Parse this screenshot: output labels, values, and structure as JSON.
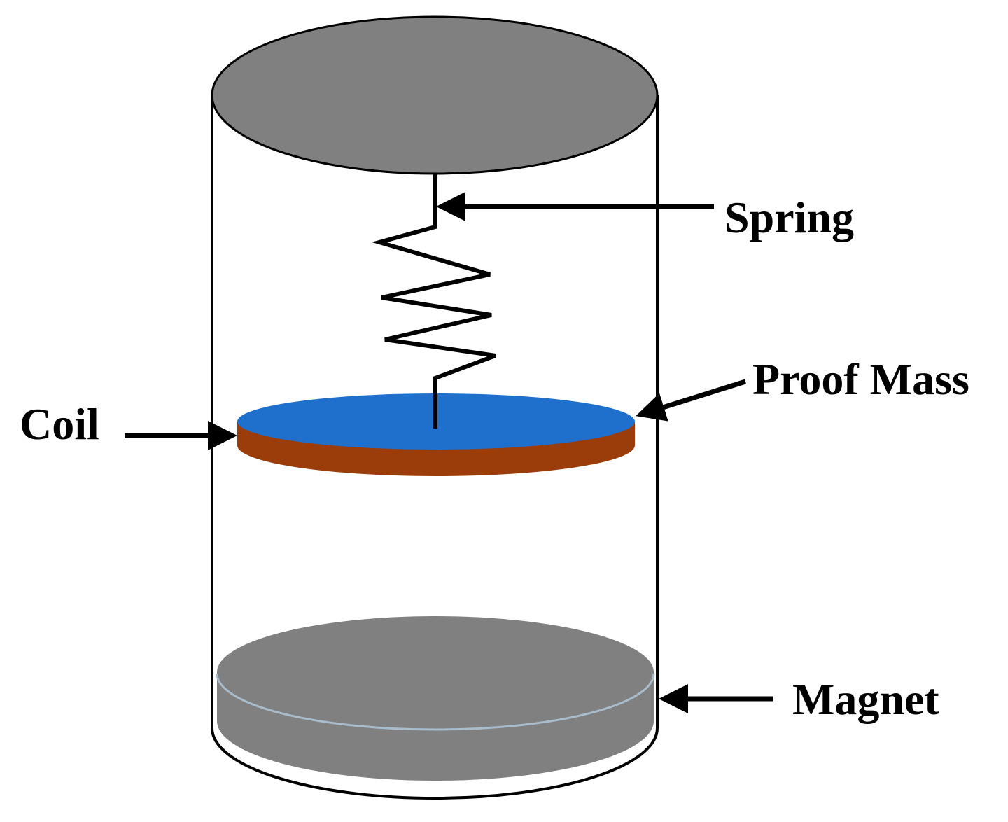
{
  "labels": {
    "spring": "Spring",
    "proof_mass": "Proof Mass",
    "coil": "Coil",
    "magnet": "Magnet"
  },
  "colors": {
    "cylinder_caps": "#808080",
    "proof_mass": "#1f6fcc",
    "coil": "#9a3d0a",
    "magnet": "#808080",
    "magnet_edge": "#a9bccc",
    "outline": "#000000"
  }
}
